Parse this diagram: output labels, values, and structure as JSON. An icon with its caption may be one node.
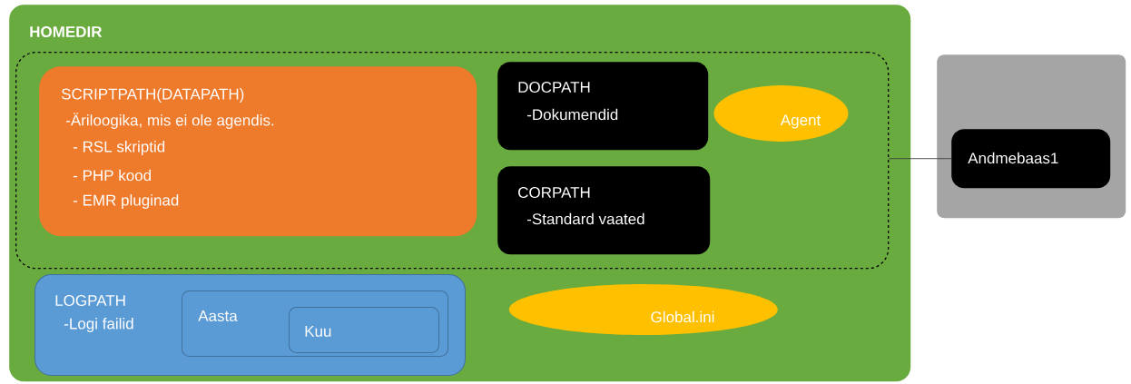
{
  "diagram": {
    "nodes": [
      {
        "text": [
          "HOMEDIR"
        ]
      },
      {
        "text": [],
        "shape": "box",
        "in": 0
      },
      {
        "text": [
          "SCRIPTPATH(DATAPATH)",
          "-Äriloogika, mis ei ole agendis.",
          "- RSL  skriptid",
          "- PHP kood",
          "- EMR pluginad"
        ],
        "in": 1
      },
      {
        "text": [
          "DOCPATH",
          "-Dokumendid"
        ],
        "in": 1
      },
      {
        "text": [
          "CORPATH",
          "-Standard vaated"
        ],
        "in": 1
      },
      {
        "text": [
          "Agent"
        ],
        "in": 1
      },
      {
        "text": [
          "LOGPATH",
          "-Logi failid"
        ],
        "in": 0
      },
      {
        "text": [
          "Aasta"
        ],
        "in": 6
      },
      {
        "text": [
          "Kuu"
        ],
        "in": 7
      },
      {
        "text": [
          "Global.ini"
        ],
        "in": 0
      },
      {
        "text": [],
        "shape": "box"
      },
      {
        "text": [
          "Andmebaas1"
        ],
        "in": 10
      }
    ],
    "edges": [
      {
        "from": 1,
        "to": 11,
        "arrow": "none"
      }
    ]
  }
}
